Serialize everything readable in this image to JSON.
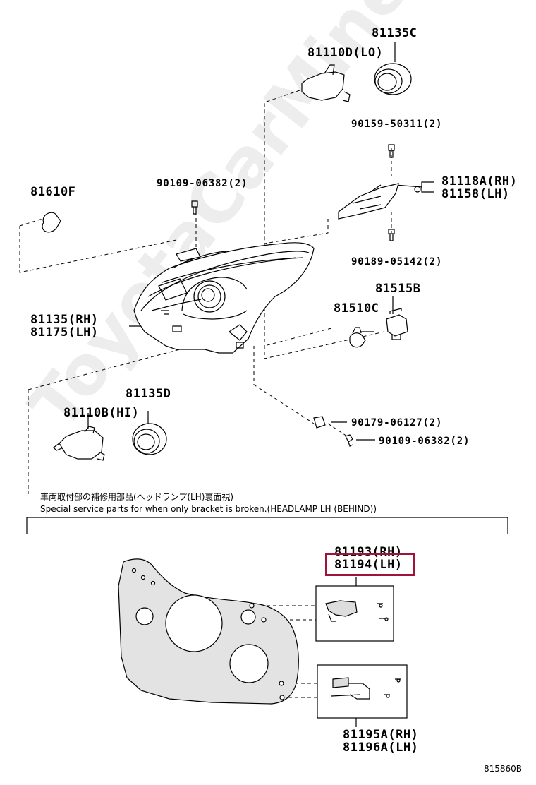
{
  "watermark": "ToyotaCarMine.ru",
  "labels": {
    "p81135C": "81135C",
    "p81110D": "81110D(LO)",
    "p90159": "90159-50311(2)",
    "p81118A": "81118A(RH)",
    "p81158": "81158(LH)",
    "p90109a": "90109-06382(2)",
    "p81610F": "81610F",
    "p90189": "90189-05142(2)",
    "p81515B": "81515B",
    "p81510C": "81510C",
    "p81135": "81135(RH)",
    "p81175": "81175(LH)",
    "p81135D": "81135D",
    "p81110B": "81110B(HI)",
    "p90179": "90179-06127(2)",
    "p90109b": "90109-06382(2)",
    "p81193": "81193(RH)",
    "p81194": "81194(LH)",
    "p81195A": "81195A(RH)",
    "p81196A": "81196A(LH)"
  },
  "note": {
    "jp": "車両取付部の補修用部品(ヘッドランプ(LH)裏面視)",
    "en": "Special service parts for when only bracket is broken.(HEADLAMP LH (BEHIND))"
  },
  "diagram_id": "815860B",
  "highlight_color": "#a0143c"
}
